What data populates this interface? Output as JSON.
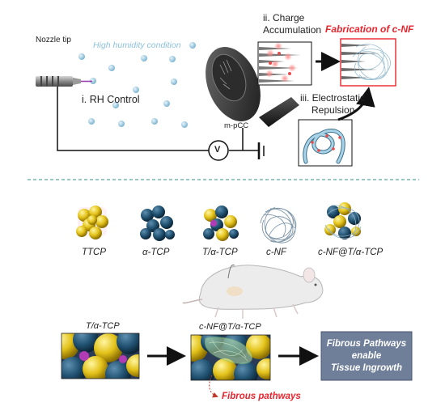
{
  "top": {
    "nozzle_label": "Nozzle tip",
    "humidity_label": "High humidity condition",
    "rh_control_label": "i. RH Control",
    "charge_label_line1": "ii. Charge",
    "charge_label_line2": "Accumulation",
    "fabrication_label": "Fabrication of c-NF",
    "repulsion_label_line1": "iii. Electrostatic",
    "repulsion_label_line2": "Repulsion",
    "collector_label": "m-pCC",
    "voltage_label": "V"
  },
  "materials": {
    "items": [
      {
        "label": "TTCP"
      },
      {
        "label": "α-TCP"
      },
      {
        "label": "T/α-TCP"
      },
      {
        "label": "c-NF"
      },
      {
        "label": "c-NF@T/α-TCP"
      }
    ]
  },
  "bottom": {
    "left_panel_label": "T/α-TCP",
    "middle_panel_label": "c-NF@T/α-TCP",
    "fibrous_pathways_label": "Fibrous pathways",
    "result_line1": "Fibrous Pathways",
    "result_line2": "enable",
    "result_line3": "Tissue Ingrowth"
  },
  "colors": {
    "accent_red": "#e8252e",
    "result_box": "#6f7f9a",
    "divider": "#5aa7a0",
    "droplet": "#8fc3dc",
    "ttcp_yellow": "#e3c21a",
    "atcp_blue": "#1f4f6e"
  }
}
